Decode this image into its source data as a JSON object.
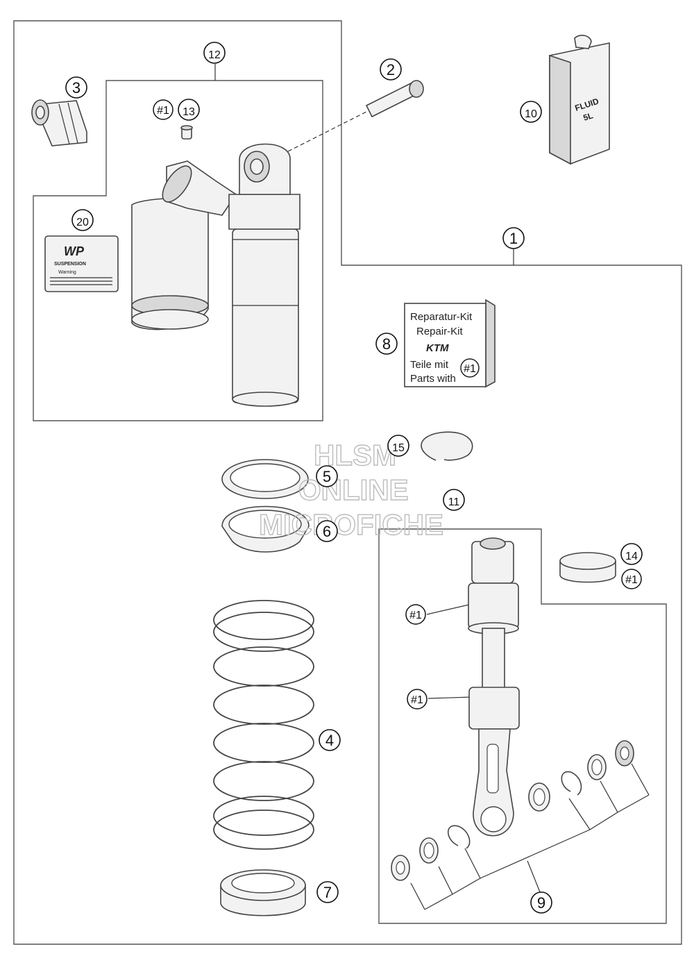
{
  "callouts": {
    "c1": "1",
    "c2": "2",
    "c3": "3",
    "c4": "4",
    "c5": "5",
    "c6": "6",
    "c7": "7",
    "c8": "8",
    "c9": "9",
    "c10": "10",
    "c11": "11",
    "c12": "12",
    "c13": "13",
    "c14": "14",
    "c15": "15",
    "c20": "20",
    "ref1": "#1"
  },
  "repair_kit": {
    "line1": "Reparatur-Kit",
    "line2": "Repair-Kit",
    "brand": "KTM",
    "line3": "Teile mit",
    "line4": "Parts with",
    "badge": "#1"
  },
  "fluid_can": {
    "line1": "FLUID",
    "line2": "5L"
  },
  "decal": {
    "brand": "WP",
    "sub": "SUSPENSION",
    "warning": "Warning"
  },
  "watermark": {
    "line1": "HLSM",
    "line2": "ONLINE",
    "line3": "MICROFICHE"
  }
}
